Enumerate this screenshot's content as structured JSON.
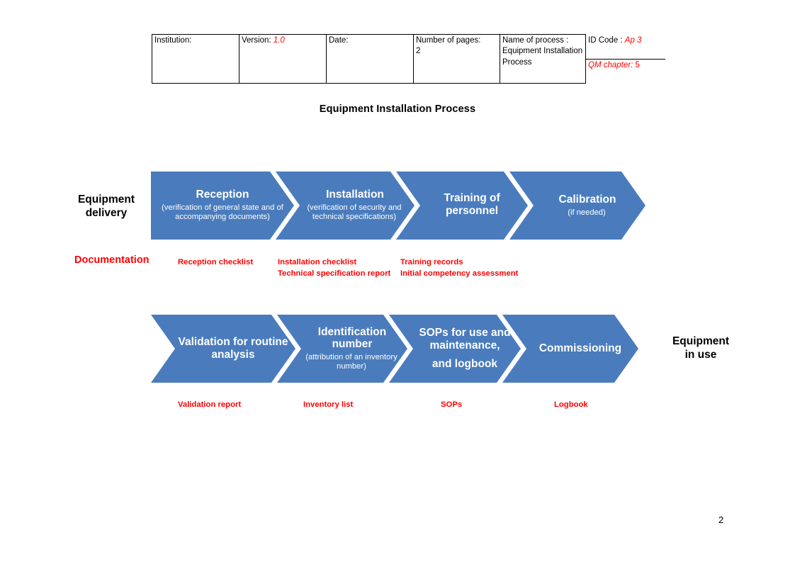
{
  "header_table": {
    "columns": [
      {
        "label": "Institution:",
        "value": ""
      },
      {
        "label": "Version:",
        "value": "1.0"
      },
      {
        "label": "Date:",
        "value": ""
      },
      {
        "label": "Number of pages:",
        "value": "2"
      },
      {
        "label": "Name of process :",
        "value": "Equipment Installation Process"
      }
    ],
    "id_code": {
      "label": "ID Code :",
      "value": "Ap 3"
    },
    "qm_chapter": {
      "label": "QM chapter:",
      "value": "5"
    }
  },
  "document": {
    "title": "Equipment Installation Process",
    "page_number": "2"
  },
  "colors": {
    "chevron_blue": "#4a7cbd",
    "documentation_red": "#ff0000",
    "text_black": "#000000",
    "chevron_text": "#ffffff"
  },
  "row1": {
    "start_label": "Equipment\ndelivery",
    "start_label_line1": "Equipment",
    "start_label_line2": "delivery",
    "steps": [
      {
        "title": "Reception",
        "subtitle": "(verification of general state and of accompanying documents)"
      },
      {
        "title": "Installation",
        "subtitle": "(verification of security and technical specifications)"
      },
      {
        "title": "Training of personnel",
        "subtitle": ""
      },
      {
        "title": "Calibration",
        "subtitle": "(if needed)"
      }
    ]
  },
  "row2": {
    "end_label_line1": "Equipment",
    "end_label_line2": "in use",
    "steps": [
      {
        "title": "Validation for routine analysis",
        "subtitle": ""
      },
      {
        "title": "Identification number",
        "subtitle": "(attribution of an inventory number)"
      },
      {
        "title": "SOPs for use and maintenance,",
        "title2": "and logbook",
        "subtitle": ""
      },
      {
        "title": "Commissioning",
        "subtitle": ""
      }
    ]
  },
  "documentation_row1": {
    "label": "Documentation",
    "columns": [
      {
        "lines": [
          "Reception checklist"
        ]
      },
      {
        "lines": [
          "Installation checklist",
          "Technical specification report"
        ]
      },
      {
        "lines": [
          "Training records",
          "Initial competency assessment"
        ]
      }
    ]
  },
  "documentation_row2": {
    "items": [
      "Validation report",
      "Inventory list",
      "SOPs",
      "Logbook"
    ]
  }
}
